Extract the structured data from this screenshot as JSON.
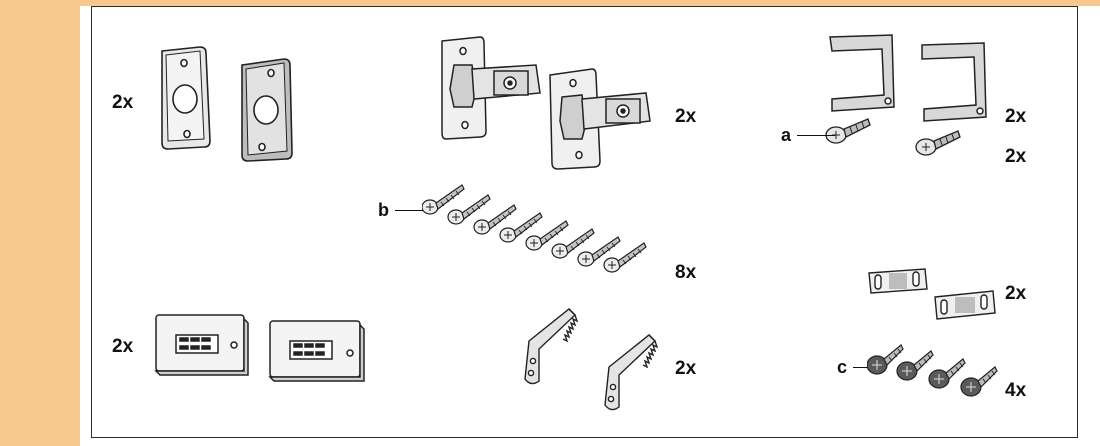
{
  "parts": {
    "striker_plates": {
      "qty": "2x"
    },
    "hinge_latches": {
      "qty": "2x"
    },
    "u_brackets": {
      "qty": "2x",
      "screw_qty": "2x",
      "screw_label": "a"
    },
    "wood_screws": {
      "qty": "8x",
      "label": "b"
    },
    "latch_housings": {
      "qty": "2x"
    },
    "saw_brackets": {
      "qty": "2x"
    },
    "magnet_plates": {
      "qty": "2x"
    },
    "dark_screws": {
      "qty": "4x",
      "label": "c"
    }
  },
  "colors": {
    "band": "#f6c78f",
    "line": "#2a2a2a"
  }
}
